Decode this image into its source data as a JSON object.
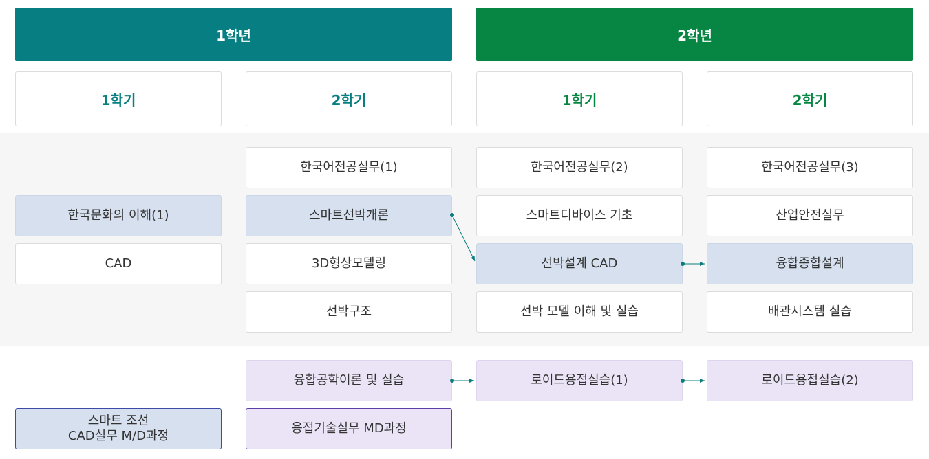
{
  "years": {
    "year1": {
      "label": "1학년",
      "color": "#067e82"
    },
    "year2": {
      "label": "2학년",
      "color": "#078542"
    }
  },
  "semesters": {
    "y1s1": "1학기",
    "y1s2": "2학기",
    "y2s1": "1학기",
    "y2s2": "2학기",
    "color_year1": "#067e82",
    "color_year2": "#078542"
  },
  "courses": {
    "korean_culture_1": "한국문화의 이해(1)",
    "cad": "CAD",
    "korean_major_1": "한국어전공실무(1)",
    "smart_ship_intro": "스마트선박개론",
    "modeling_3d": "3D형상모델링",
    "ship_structure": "선박구조",
    "korean_major_2": "한국어전공실무(2)",
    "smart_device_basics": "스마트디바이스 기초",
    "ship_design_cad": "선박설계 CAD",
    "ship_model_practice": "선박 모델 이해 및 실습",
    "korean_major_3": "한국어전공실무(3)",
    "industrial_safety": "산업안전실무",
    "convergence_design": "융합종합설계",
    "piping_system_practice": "배관시스템 실습",
    "convergence_eng_theory": "융합공학이론 및 실습",
    "lloyd_welding_1": "로이드용접실습(1)",
    "lloyd_welding_2": "로이드용접실습(2)",
    "smart_shipbuilding_cad_md": "스마트 조선\nCAD실무 M/D과정",
    "welding_tech_md": "용접기술실무 MD과정"
  },
  "colors": {
    "connector": "#0a7d7c",
    "highlight_blue": "#d6e0ef",
    "highlight_purple": "#ebe4f6",
    "outline_blue": "#3d4aa8",
    "outline_purple": "#5b3fa8",
    "band_background": "#f6f6f6"
  }
}
